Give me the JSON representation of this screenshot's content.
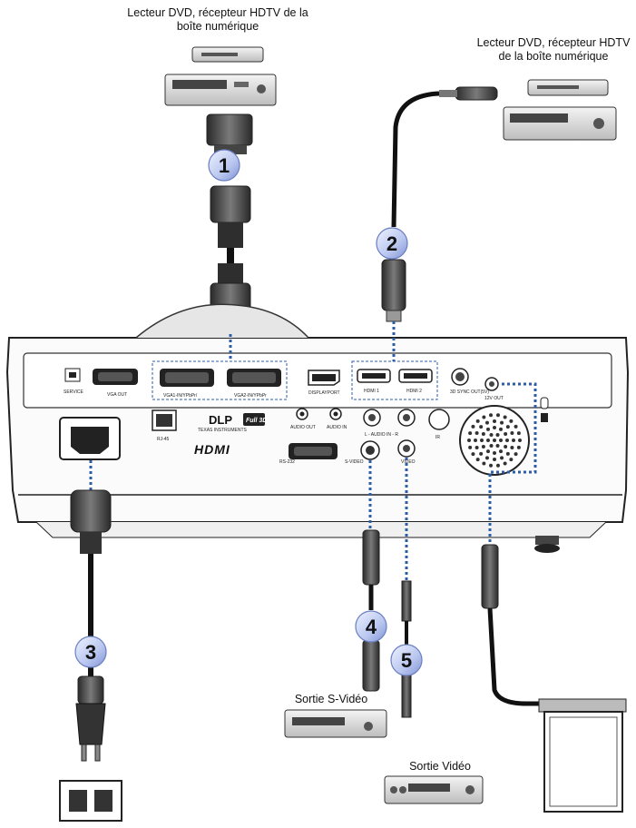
{
  "captions": {
    "top_source": "Lecteur DVD, récepteur HDTV de la boîte numérique",
    "right_source": "Lecteur DVD, récepteur HDTV de la boîte numérique",
    "svideo_out": "Sortie S-Vidéo",
    "video_out": "Sortie Vidéo"
  },
  "callouts": [
    "1",
    "2",
    "3",
    "4",
    "5"
  ],
  "ports": {
    "service": "SERVICE",
    "vga_out": "VGA OUT",
    "vga1_in": "VGA1-IN/YPbPr/ ",
    "vga2_in": "VGA2-IN/YPbPr",
    "displayport": "DISPLAYPORT",
    "hdmi1": "HDMI 1",
    "hdmi2": "HDMI 2",
    "sync_3d": "3D SYNC OUT(5V)",
    "out_12v": "12V OUT",
    "rj45": "RJ-45",
    "audio_out": "AUDIO OUT",
    "audio_in": "AUDIO IN",
    "audio_lr": "L - AUDIO IN - R",
    "ir": "IR",
    "rs232": "RS-232",
    "svideo": "S-VIDEO",
    "video": "VIDEO"
  },
  "logos": {
    "dlp": "DLP",
    "dlp_sub": "TEXAS INSTRUMENTS",
    "full3d": "Full 3D",
    "hdmi": "HDMI"
  }
}
